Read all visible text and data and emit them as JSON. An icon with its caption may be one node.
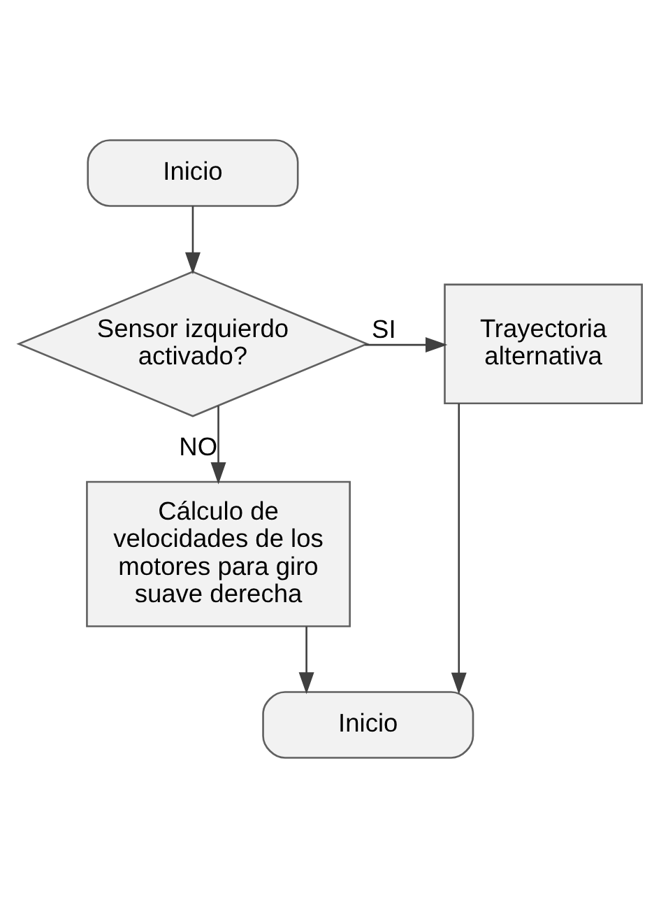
{
  "diagram": {
    "nodes": [
      {
        "text": [
          "Inicio"
        ]
      },
      {
        "text": [
          "Sensor izquierdo activado?"
        ]
      },
      {
        "text": [
          "Trayectoria alternativa"
        ]
      },
      {
        "text": [
          "Cálculo de velocidades de los motores para giro suave derecha"
        ]
      },
      {
        "text": [
          "Inicio"
        ]
      }
    ],
    "edges": [
      {
        "from": 0,
        "to": 1,
        "arrow": "to"
      },
      {
        "from": 1,
        "to": 2,
        "arrow": "to",
        "label": "SI"
      },
      {
        "from": 1,
        "to": 3,
        "arrow": "to",
        "label": "NO"
      },
      {
        "from": 3,
        "to": 4,
        "arrow": "to"
      },
      {
        "from": 2,
        "to": 4,
        "arrow": "to"
      }
    ]
  }
}
